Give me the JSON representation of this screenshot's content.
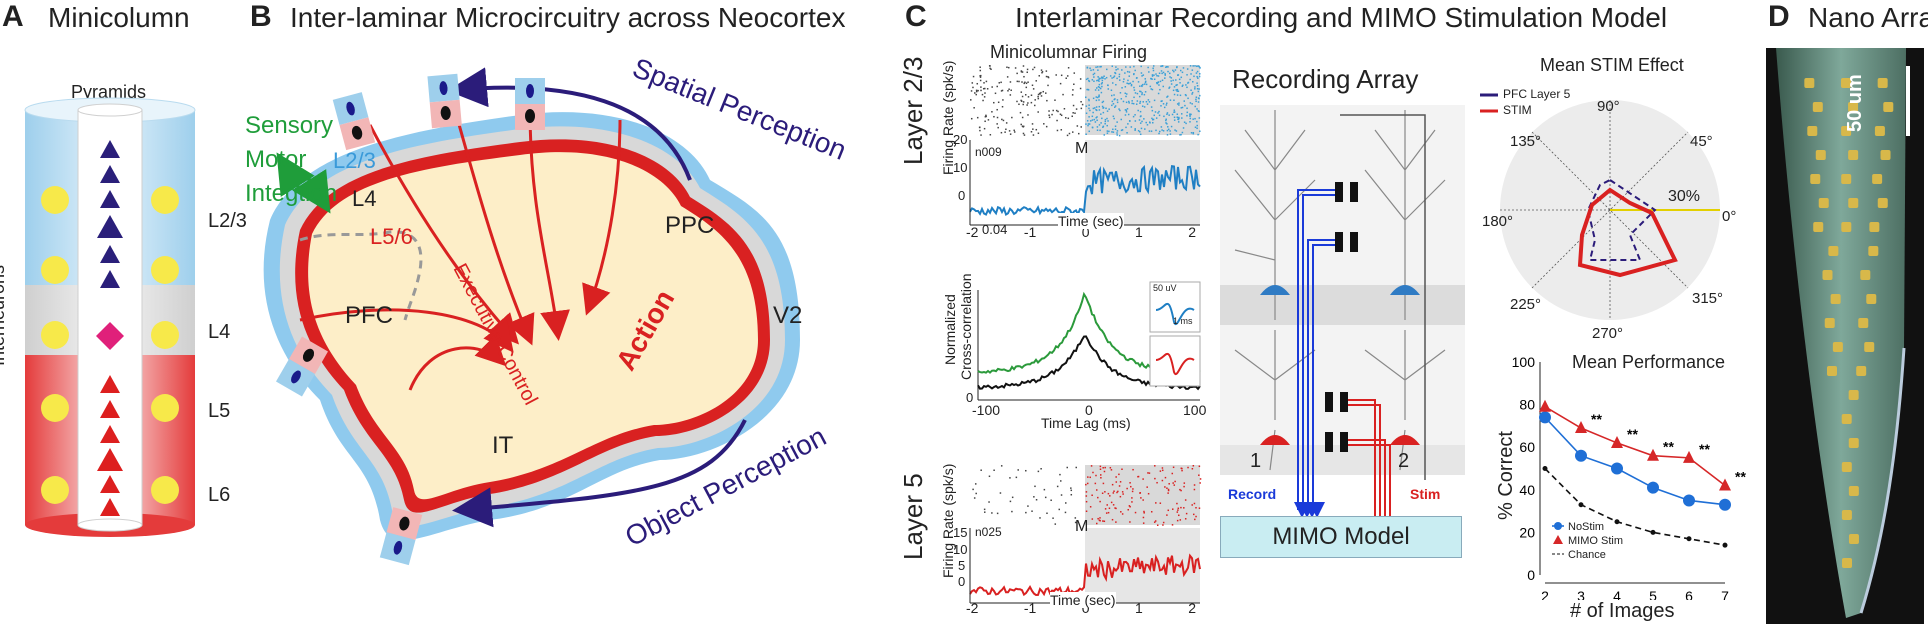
{
  "panelA": {
    "letter": "A",
    "title": "Minicolumn",
    "pyramids": "Pyramids",
    "interneurons": "Interneurons",
    "layers": [
      "L2/3",
      "L4",
      "L5",
      "L6"
    ]
  },
  "panelB": {
    "letter": "B",
    "title": "Inter-laminar Microcircuitry across Neocortex",
    "sensory": [
      "Sensory",
      "Motor",
      "Integtion"
    ],
    "l23": "L2/3",
    "l4": "L4",
    "l56": "L5/6",
    "exec": "Executive Control",
    "pfc": "PFC",
    "ppc": "PPC",
    "v2": "V2",
    "it": "IT",
    "action": "Action",
    "spatial": "Spatial Perception",
    "object": "Object Perception"
  },
  "panelC": {
    "letter": "C",
    "title": "Interlaminar Recording and MIMO Stimulation Model",
    "layer23": "Layer 2/3",
    "layer5": "Layer 5",
    "mini_firing": "Minicolumnar Firing",
    "fr_label": "Firing Rate (spk/s)",
    "fr_ticks_top": [
      "20",
      "10",
      "0"
    ],
    "fr_ticks_bottom": [
      "15",
      "10",
      "5",
      "0"
    ],
    "neuron1": "n009",
    "neuron2": "n025",
    "marker": "M",
    "time_ticks": [
      "-2",
      "-1",
      "0",
      "1",
      "2"
    ],
    "time_label": "Time (sec)",
    "xcorr_label": [
      "Normalized",
      "Cross-correlation"
    ],
    "xcorr_max": "0.04",
    "xcorr_zero": "0",
    "lag_ticks": [
      "-100",
      "0",
      "100"
    ],
    "lag_label": "Time Lag (ms)",
    "wave_scale": [
      "50 uV",
      "1 ms"
    ],
    "array_title": "Recording Array",
    "ch1": "1",
    "ch2": "2",
    "record": "Record",
    "stim": "Stim",
    "mimo": "MIMO Model"
  },
  "polar": {
    "title": "Mean STIM Effect",
    "legend": [
      "PFC Layer 5",
      "STIM"
    ],
    "angles": [
      "90°",
      "45°",
      "0°",
      "315°",
      "270°",
      "225°",
      "180°",
      "135°"
    ],
    "radius_label": "30%"
  },
  "chart_data": [
    {
      "type": "line",
      "title": "Mean Performance",
      "xlabel": "# of Images",
      "ylabel": "% Correct",
      "x": [
        2,
        3,
        4,
        5,
        6,
        7
      ],
      "xlim": [
        2,
        7
      ],
      "ylim": [
        0,
        100
      ],
      "yticks": [
        0,
        20,
        40,
        60,
        80,
        100
      ],
      "series": [
        {
          "name": "NoStim",
          "values": [
            74,
            56,
            50,
            41,
            35,
            33
          ],
          "color": "#1f6fd6"
        },
        {
          "name": "MIMO Stim",
          "values": [
            79,
            69,
            62,
            56,
            55,
            42
          ],
          "color": "#d62728"
        },
        {
          "name": "Chance",
          "values": [
            50,
            33,
            25,
            20,
            17,
            14
          ],
          "color": "#111111"
        }
      ],
      "annotations": [
        "**",
        "**",
        "**",
        "**",
        "**"
      ],
      "legend_position": "bottom-left"
    }
  ],
  "panelD": {
    "letter": "D",
    "title": "Nano Array",
    "scale": "50 um"
  }
}
